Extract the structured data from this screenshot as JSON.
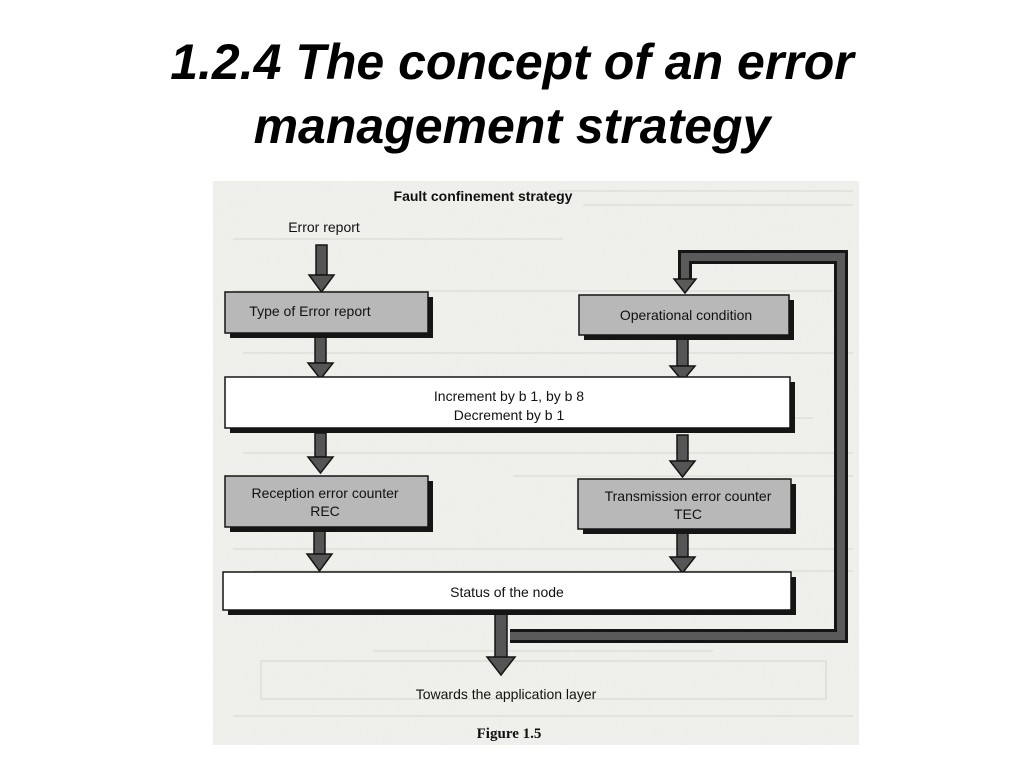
{
  "slide": {
    "title_line1": "1.2.4 The concept of an error",
    "title_line2": "management strategy"
  },
  "figure": {
    "heading": "Fault confinement strategy",
    "input_label": "Error report",
    "output_label": "Towards the application layer",
    "caption": "Figure 1.5",
    "colors": {
      "page": "#f0f0ec",
      "shaded_box": "#b8b8b8",
      "white_box": "#ffffff",
      "arrow": "#555555",
      "shadow": "#151515"
    },
    "boxes": {
      "type_of_error": {
        "label": "Type of Error report"
      },
      "operational": {
        "label": "Operational condition"
      },
      "increment": {
        "line1": "Increment by b 1, by b 8",
        "line2": "Decrement by b 1"
      },
      "rec": {
        "line1": "Reception error counter",
        "line2": "REC"
      },
      "tec": {
        "line1": "Transmission error counter",
        "line2": "TEC"
      },
      "status": {
        "label": "Status of the node"
      }
    }
  }
}
